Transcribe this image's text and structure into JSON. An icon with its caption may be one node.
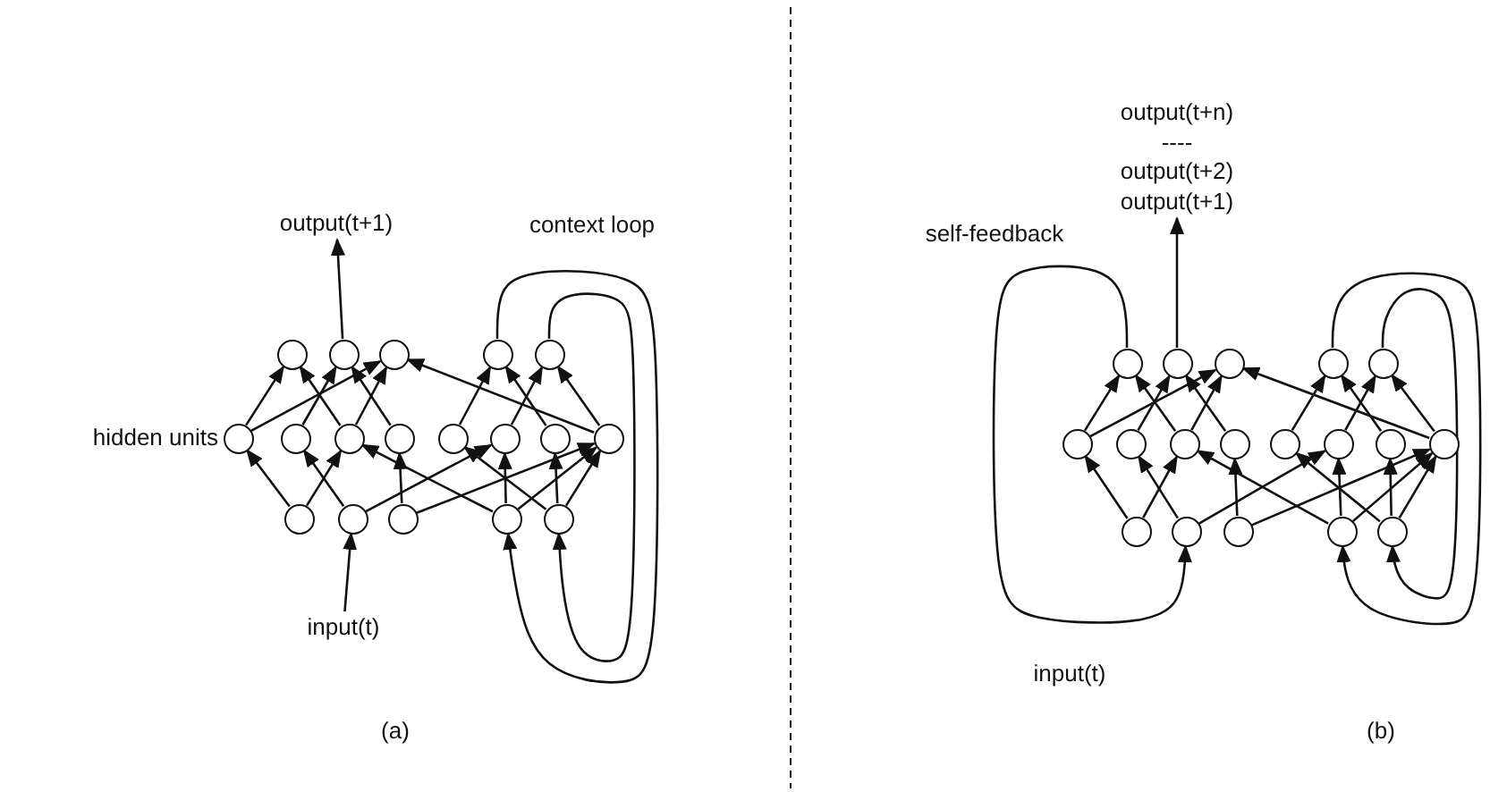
{
  "diagram": {
    "nodes": [
      {
        "text": [
          "output(t+1)"
        ]
      },
      {
        "text": [
          "input(t)"
        ]
      },
      {
        "text": [],
        "shape": "circle"
      },
      {
        "text": [],
        "shape": "circle"
      },
      {
        "text": [],
        "shape": "circle"
      },
      {
        "text": [],
        "shape": "circle"
      },
      {
        "text": [],
        "shape": "circle"
      },
      {
        "text": [],
        "shape": "circle"
      },
      {
        "text": [],
        "shape": "circle"
      },
      {
        "text": [],
        "shape": "circle"
      },
      {
        "text": [],
        "shape": "circle"
      },
      {
        "text": [],
        "shape": "circle"
      },
      {
        "text": [],
        "shape": "circle"
      },
      {
        "text": [],
        "shape": "circle"
      },
      {
        "text": [],
        "shape": "circle"
      },
      {
        "text": [],
        "shape": "circle"
      },
      {
        "text": [],
        "shape": "circle"
      },
      {
        "text": [],
        "shape": "circle"
      },
      {
        "text": [],
        "shape": "circle"
      },
      {
        "text": [],
        "shape": "circle"
      },
      {
        "text": [
          "output(t+n)",
          "----",
          "output(t+2)",
          "output(t+1)"
        ]
      },
      {
        "text": [],
        "shape": "circle"
      },
      {
        "text": [],
        "shape": "circle"
      },
      {
        "text": [],
        "shape": "circle"
      },
      {
        "text": [],
        "shape": "circle"
      },
      {
        "text": [],
        "shape": "circle"
      },
      {
        "text": [],
        "shape": "circle"
      },
      {
        "text": [],
        "shape": "circle"
      },
      {
        "text": [],
        "shape": "circle"
      },
      {
        "text": [],
        "shape": "circle"
      },
      {
        "text": [],
        "shape": "circle"
      },
      {
        "text": [],
        "shape": "circle"
      },
      {
        "text": [],
        "shape": "circle"
      },
      {
        "text": [],
        "shape": "circle"
      },
      {
        "text": [],
        "shape": "circle"
      },
      {
        "text": [],
        "shape": "circle"
      },
      {
        "text": [],
        "shape": "circle"
      },
      {
        "text": [],
        "shape": "circle"
      },
      {
        "text": [],
        "shape": "circle"
      }
    ],
    "edges": [
      {
        "from": 7,
        "to": 2,
        "arrow": "to"
      },
      {
        "from": 7,
        "to": 4,
        "arrow": "to"
      },
      {
        "from": 8,
        "to": 3,
        "arrow": "to"
      },
      {
        "from": 9,
        "to": 2,
        "arrow": "to"
      },
      {
        "from": 9,
        "to": 4,
        "arrow": "to"
      },
      {
        "from": 10,
        "to": 3,
        "arrow": "to"
      },
      {
        "from": 11,
        "to": 5,
        "arrow": "to"
      },
      {
        "from": 12,
        "to": 6,
        "arrow": "to"
      },
      {
        "from": 13,
        "to": 5,
        "arrow": "to"
      },
      {
        "from": 14,
        "to": 6,
        "arrow": "to"
      },
      {
        "from": 14,
        "to": 4,
        "arrow": "to"
      },
      {
        "from": 15,
        "to": 7,
        "arrow": "to"
      },
      {
        "from": 15,
        "to": 9,
        "arrow": "to"
      },
      {
        "from": 16,
        "to": 8,
        "arrow": "to"
      },
      {
        "from": 16,
        "to": 12,
        "arrow": "to"
      },
      {
        "from": 17,
        "to": 10,
        "arrow": "to"
      },
      {
        "from": 17,
        "to": 14,
        "arrow": "to"
      },
      {
        "from": 18,
        "to": 9,
        "arrow": "to"
      },
      {
        "from": 18,
        "to": 12,
        "arrow": "to"
      },
      {
        "from": 18,
        "to": 14,
        "arrow": "to"
      },
      {
        "from": 19,
        "to": 11,
        "arrow": "to"
      },
      {
        "from": 19,
        "to": 13,
        "arrow": "to"
      },
      {
        "from": 19,
        "to": 14,
        "arrow": "to"
      },
      {
        "from": 3,
        "to": 0,
        "arrow": "to"
      },
      {
        "from": 1,
        "to": 16,
        "arrow": "to"
      },
      {
        "from": 5,
        "to": 18,
        "arrow": "to"
      },
      {
        "from": 6,
        "to": 19,
        "arrow": "to"
      },
      {
        "from": 26,
        "to": 21,
        "arrow": "to"
      },
      {
        "from": 26,
        "to": 23,
        "arrow": "to"
      },
      {
        "from": 27,
        "to": 22,
        "arrow": "to"
      },
      {
        "from": 28,
        "to": 21,
        "arrow": "to"
      },
      {
        "from": 28,
        "to": 23,
        "arrow": "to"
      },
      {
        "from": 29,
        "to": 22,
        "arrow": "to"
      },
      {
        "from": 30,
        "to": 24,
        "arrow": "to"
      },
      {
        "from": 31,
        "to": 25,
        "arrow": "to"
      },
      {
        "from": 32,
        "to": 24,
        "arrow": "to"
      },
      {
        "from": 33,
        "to": 25,
        "arrow": "to"
      },
      {
        "from": 33,
        "to": 23,
        "arrow": "to"
      },
      {
        "from": 34,
        "to": 26,
        "arrow": "to"
      },
      {
        "from": 34,
        "to": 28,
        "arrow": "to"
      },
      {
        "from": 35,
        "to": 27,
        "arrow": "to"
      },
      {
        "from": 35,
        "to": 31,
        "arrow": "to"
      },
      {
        "from": 36,
        "to": 29,
        "arrow": "to"
      },
      {
        "from": 36,
        "to": 33,
        "arrow": "to"
      },
      {
        "from": 37,
        "to": 28,
        "arrow": "to"
      },
      {
        "from": 37,
        "to": 31,
        "arrow": "to"
      },
      {
        "from": 37,
        "to": 33,
        "arrow": "to"
      },
      {
        "from": 38,
        "to": 30,
        "arrow": "to"
      },
      {
        "from": 38,
        "to": 32,
        "arrow": "to"
      },
      {
        "from": 38,
        "to": 33,
        "arrow": "to"
      },
      {
        "from": 22,
        "to": 20,
        "arrow": "to"
      },
      {
        "from": 21,
        "to": 35,
        "arrow": "to"
      },
      {
        "from": 24,
        "to": 37,
        "arrow": "to"
      },
      {
        "from": 25,
        "to": 38,
        "arrow": "to"
      }
    ],
    "labels": [
      "hidden units",
      "context loop",
      "(a)",
      "self-feedback",
      "input(t)",
      "(b)"
    ]
  }
}
